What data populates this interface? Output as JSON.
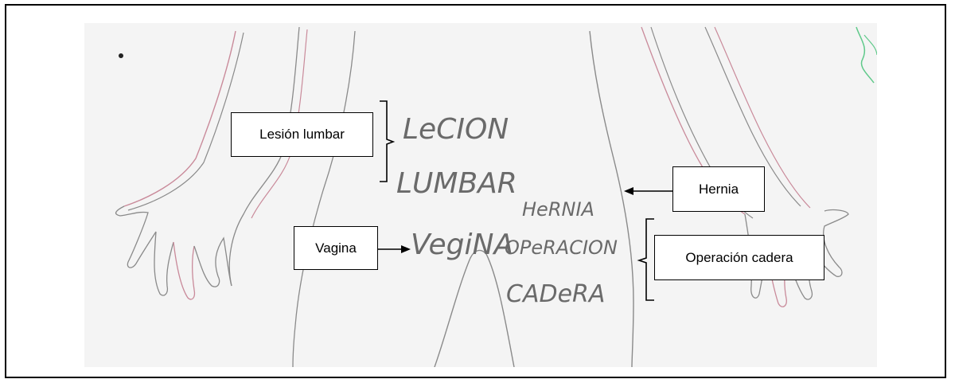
{
  "labels": {
    "lesion_lumbar": "Lesión lumbar",
    "hernia": "Hernia",
    "vagina": "Vagina",
    "operacion_cadera": "Operación cadera"
  },
  "handwriting": {
    "line1": "LeCION",
    "line2": "LUMBAR",
    "line3": "HeRNIA",
    "line4": "VegiNA",
    "line5": "OPeRACION",
    "line6": "CADeRA"
  },
  "colors": {
    "pencil": "#8a8a8a",
    "red_pencil": "#c98a9a",
    "green_pencil": "#5fc98a",
    "paper": "#f4f4f4"
  }
}
